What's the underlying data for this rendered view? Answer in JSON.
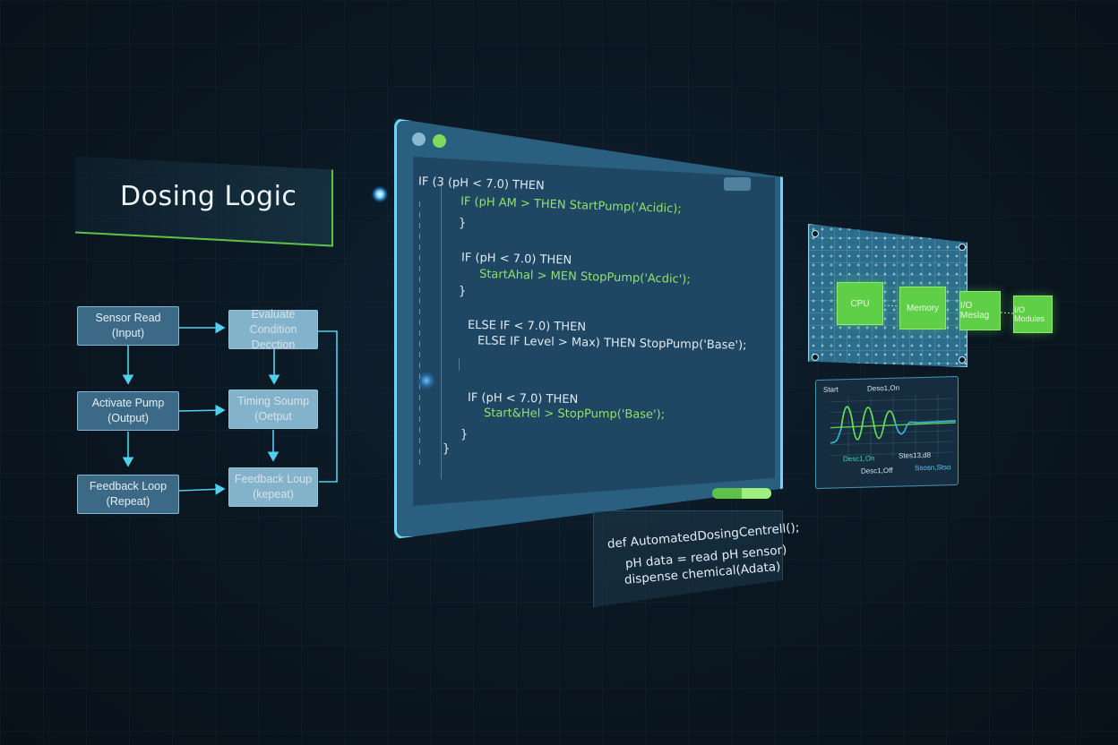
{
  "title": "Dosing Logic",
  "flowchart": {
    "left_column": [
      {
        "line1": "Sensor Read",
        "line2": "(Input)"
      },
      {
        "line1": "Activate Pump",
        "line2": "(Output)"
      },
      {
        "line1": "Feedback Loop",
        "line2": "(Repeat)"
      }
    ],
    "right_column": [
      {
        "line1": "Evaluate Condition",
        "line2": "Decction"
      },
      {
        "line1": "Timing Soump",
        "line2": "(Oetput"
      },
      {
        "line1": "Feedback Loup",
        "line2": "(kepeat)"
      }
    ]
  },
  "code_window": {
    "lines": [
      {
        "text": "IF (3 (pH < 7.0) THEN",
        "color": "white"
      },
      {
        "text": "IF (pH AM > THEN StartPump('Acidic);",
        "color": "green"
      },
      {
        "text": "}",
        "color": "white"
      },
      {
        "text": "IF (pH < 7.0) THEN",
        "color": "white"
      },
      {
        "text": "StartAhal > MEN StopPump('Acdic');",
        "color": "green"
      },
      {
        "text": "}",
        "color": "white"
      },
      {
        "text": "ELSE IF < 7.0) THEN",
        "color": "white"
      },
      {
        "text": "ELSE IF Level > Max) THEN StopPump('Base');",
        "color": "mixed"
      },
      {
        "text": "IF (pH < 7.0) THEN",
        "color": "white"
      },
      {
        "text": "Start&Hel > StopPump('Base');",
        "color": "green"
      },
      {
        "text": "}",
        "color": "white"
      },
      {
        "text": "}",
        "color": "white"
      }
    ],
    "dots": [
      "#8ab8d0",
      "#7fdc5a"
    ],
    "progress_percent": 70,
    "colors": {
      "progress_dark": "#5ec24a",
      "progress_light": "#9ef07e"
    }
  },
  "def_panel": {
    "lines": [
      "def AutomatedDosingCentrell();",
      "pH data = read pH sensor)",
      "dispense chemical(Adata)"
    ]
  },
  "circuit": {
    "chips": [
      "CPU",
      "Memory",
      "I/O Meslag",
      "I/O Modules"
    ]
  },
  "chart_panel": {
    "label_top_left": "Start",
    "label_top_mid": "Deso1,On",
    "label_mid_left": "Desc1,On",
    "label_mid_right": "Stes13,d8",
    "label_bottom_mid": "Desc1,Off",
    "label_bottom_right": "Ssosn,Stso"
  },
  "chart_data": {
    "type": "line",
    "title": "",
    "series": [
      {
        "name": "green",
        "values": [
          0,
          0,
          0.9,
          -0.8,
          0.8,
          -0.7,
          0.6,
          -0.3,
          0,
          0,
          0.05,
          0.05
        ]
      },
      {
        "name": "blue",
        "values": [
          -0.5,
          -0.45,
          0.9,
          -0.8,
          0.8,
          -0.7,
          0.6,
          -0.6,
          0.1,
          0.1,
          0.1,
          0.1
        ]
      }
    ],
    "xlabel": "",
    "ylabel": "",
    "grid": true
  }
}
